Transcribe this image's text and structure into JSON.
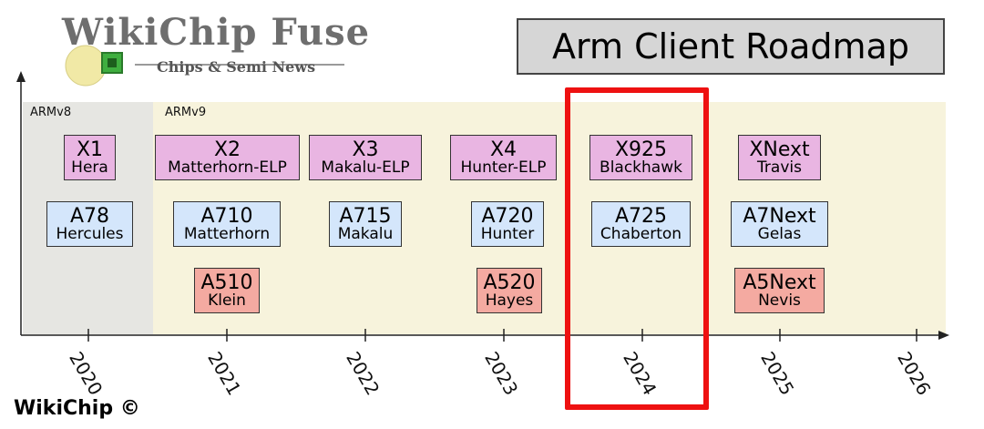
{
  "logo": {
    "name": "WikiChip Fuse",
    "tagline": "Chips & Semi News"
  },
  "title": "Arm Client Roadmap",
  "eras": [
    {
      "label": "ARMv8"
    },
    {
      "label": "ARMv9"
    }
  ],
  "years": [
    "2020",
    "2021",
    "2022",
    "2023",
    "2024",
    "2025",
    "2026"
  ],
  "tiers": {
    "x": [
      {
        "name": "X1",
        "codename": "Hera"
      },
      {
        "name": "X2",
        "codename": "Matterhorn-ELP"
      },
      {
        "name": "X3",
        "codename": "Makalu-ELP"
      },
      {
        "name": "X4",
        "codename": "Hunter-ELP"
      },
      {
        "name": "X925",
        "codename": "Blackhawk"
      },
      {
        "name": "XNext",
        "codename": "Travis"
      }
    ],
    "a7": [
      {
        "name": "A78",
        "codename": "Hercules"
      },
      {
        "name": "A710",
        "codename": "Matterhorn"
      },
      {
        "name": "A715",
        "codename": "Makalu"
      },
      {
        "name": "A720",
        "codename": "Hunter"
      },
      {
        "name": "A725",
        "codename": "Chaberton"
      },
      {
        "name": "A7Next",
        "codename": "Gelas"
      }
    ],
    "a5": [
      {
        "name": "A510",
        "codename": "Klein"
      },
      {
        "name": "A520",
        "codename": "Hayes"
      },
      {
        "name": "A5Next",
        "codename": "Nevis"
      }
    ]
  },
  "colors": {
    "x_tier": "#e9b5e2",
    "a7_tier": "#d4e6fb",
    "a5_tier": "#f4aaa1",
    "armv8_band": "#e6e6e2",
    "armv9_band": "#f7f3dc",
    "highlight": "#ee1111"
  },
  "highlighted_year": "2024",
  "footer": "WikiChip ©"
}
